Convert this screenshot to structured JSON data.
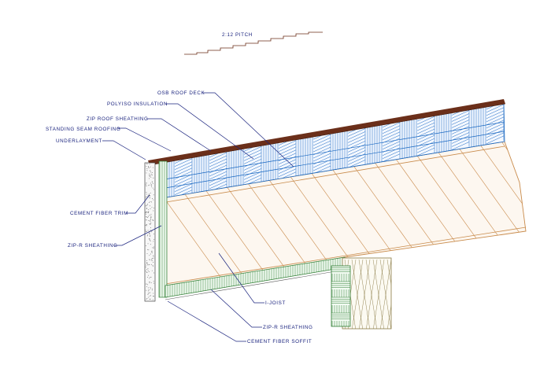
{
  "pitch_label": "2:12 PITCH",
  "labels": {
    "osb_roof_deck": "OSB ROOF DECK",
    "polyiso_insulation": "POLYISO INSULATION",
    "zip_roof_sheathing": "ZIP ROOF SHEATHING",
    "standing_seam_roofing": "STANDING SEAM ROOFING",
    "underlayment": "UNDERLAYMENT",
    "cement_fiber_trim": "CEMENT FIBER TRIM",
    "zip_r_sheathing_wall": "ZIP-R SHEATHING",
    "i_joist": "I-JOIST",
    "zip_r_sheathing_soffit": "ZIP-R SHEATHING",
    "cement_fiber_soffit": "CEMENT FIBER SOFFIT"
  },
  "colors": {
    "roofing": "#6b2f1a",
    "insulation": "#1565c0",
    "joist": "#c88a4a",
    "wood_block": "#8a7a45",
    "green_sheathing": "#2e7d32",
    "label_text": "#1a237e",
    "leader_line": "#1a237e"
  }
}
